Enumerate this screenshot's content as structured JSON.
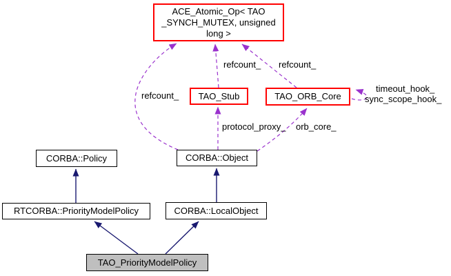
{
  "diagram": {
    "kind": "class-collaboration-graph",
    "nodes": [
      {
        "id": "ace-atomic-op",
        "label": "ACE_Atomic_Op< TAO\n_SYNCH_MUTEX, unsigned\nlong >",
        "border": "red",
        "fill": "white"
      },
      {
        "id": "tao-stub",
        "label": "TAO_Stub",
        "border": "red",
        "fill": "white"
      },
      {
        "id": "tao-orb-core",
        "label": "TAO_ORB_Core",
        "border": "red",
        "fill": "white"
      },
      {
        "id": "corba-policy",
        "label": "CORBA::Policy",
        "border": "black",
        "fill": "white"
      },
      {
        "id": "corba-object",
        "label": "CORBA::Object",
        "border": "black",
        "fill": "white"
      },
      {
        "id": "rtcorba-prioritymodelpolicy",
        "label": "RTCORBA::PriorityModelPolicy",
        "border": "black",
        "fill": "white"
      },
      {
        "id": "corba-localobject",
        "label": "CORBA::LocalObject",
        "border": "black",
        "fill": "white"
      },
      {
        "id": "tao-prioritymodelpolicy",
        "label": "TAO_PriorityModelPolicy",
        "border": "black",
        "fill": "gray"
      }
    ],
    "edge_labels": [
      {
        "id": "refcount-left",
        "text": "refcount_"
      },
      {
        "id": "refcount-stub",
        "text": "refcount_"
      },
      {
        "id": "refcount-orb",
        "text": "refcount_"
      },
      {
        "id": "protocol-proxy",
        "text": "protocol_proxy_"
      },
      {
        "id": "orb-core",
        "text": "orb_core_"
      },
      {
        "id": "timeout-hook",
        "text": "timeout_hook_"
      },
      {
        "id": "sync-scope-hook",
        "text": "sync_scope_hook_"
      }
    ],
    "edges": [
      {
        "from": "CORBA::Object",
        "to": "ACE_Atomic_Op< TAO_SYNCH_MUTEX, unsigned long >",
        "label": "refcount_",
        "style": "dashed"
      },
      {
        "from": "TAO_Stub",
        "to": "ACE_Atomic_Op< TAO_SYNCH_MUTEX, unsigned long >",
        "label": "refcount_",
        "style": "dashed"
      },
      {
        "from": "TAO_ORB_Core",
        "to": "ACE_Atomic_Op< TAO_SYNCH_MUTEX, unsigned long >",
        "label": "refcount_",
        "style": "dashed"
      },
      {
        "from": "CORBA::Object",
        "to": "TAO_Stub",
        "label": "protocol_proxy_",
        "style": "dashed"
      },
      {
        "from": "CORBA::Object",
        "to": "TAO_ORB_Core",
        "label": "orb_core_",
        "style": "dashed"
      },
      {
        "from": "TAO_ORB_Core",
        "to": "TAO_ORB_Core",
        "label": "timeout_hook_ sync_scope_hook_",
        "style": "dashed"
      },
      {
        "from": "RTCORBA::PriorityModelPolicy",
        "to": "CORBA::Policy",
        "style": "solid"
      },
      {
        "from": "CORBA::LocalObject",
        "to": "CORBA::Object",
        "style": "solid"
      },
      {
        "from": "TAO_PriorityModelPolicy",
        "to": "RTCORBA::PriorityModelPolicy",
        "style": "solid"
      },
      {
        "from": "TAO_PriorityModelPolicy",
        "to": "CORBA::LocalObject",
        "style": "solid"
      }
    ],
    "colors": {
      "usage_edge": "#9a32cd",
      "inheritance_edge": "#191970",
      "reference_node_border": "#ff0000",
      "node_border": "#000000",
      "focus_node_fill": "#bfbfbf",
      "node_fill": "#ffffff"
    }
  }
}
